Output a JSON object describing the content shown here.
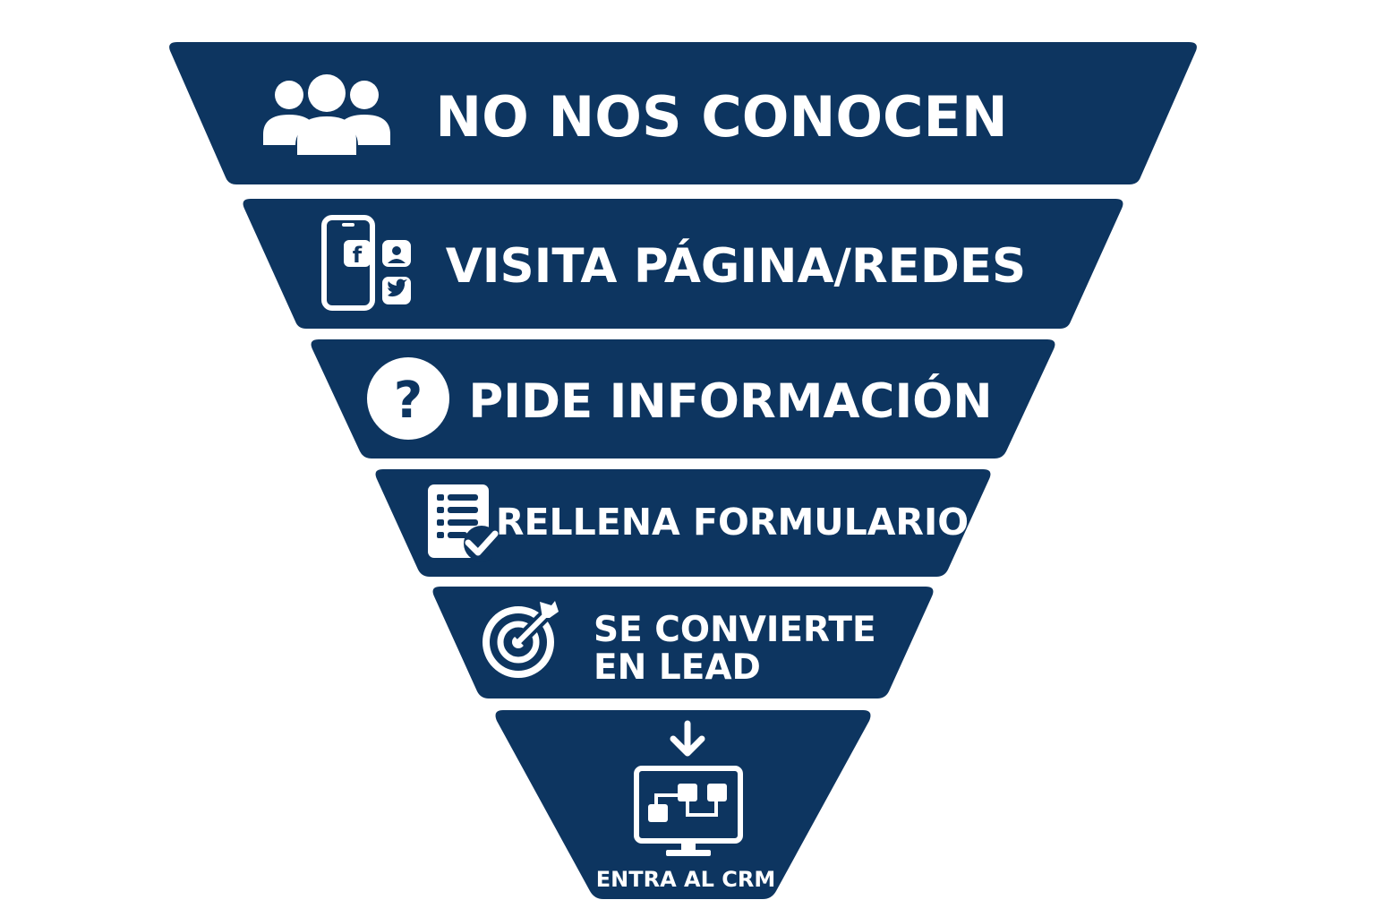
{
  "colors": {
    "funnel": "#0d3560",
    "text": "#ffffff",
    "background": "#ffffff"
  },
  "stages": [
    {
      "label": "NO NOS CONOCEN",
      "icon": "users-group-icon"
    },
    {
      "label": "VISITA PÁGINA/REDES",
      "icon": "smartphone-social-icon"
    },
    {
      "label": "PIDE INFORMACIÓN",
      "icon": "question-circle-icon"
    },
    {
      "label": "RELLENA FORMULARIO",
      "icon": "form-check-icon"
    },
    {
      "label_line1": "SE CONVIERTE",
      "label_line2": "EN LEAD",
      "icon": "target-arrow-icon"
    },
    {
      "label": "ENTRA AL CRM",
      "icon": "crm-monitor-icon"
    }
  ]
}
